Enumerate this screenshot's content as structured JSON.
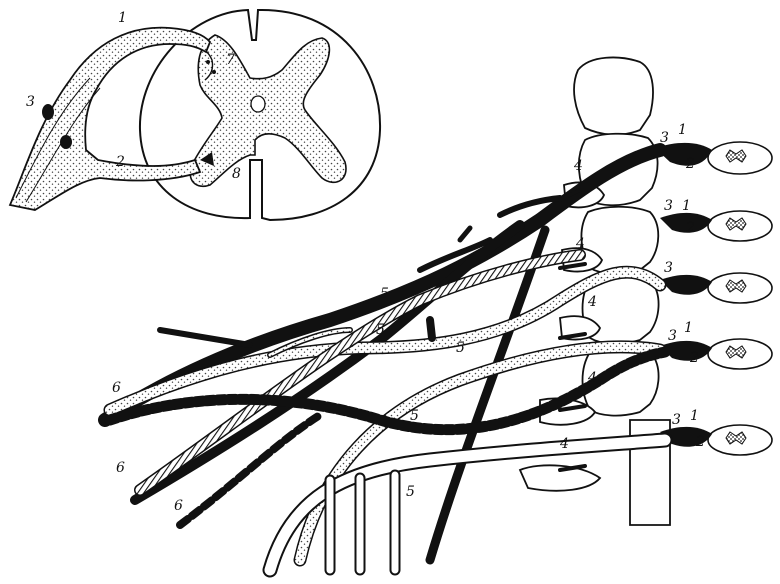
{
  "labels": {
    "l1": "1",
    "l2": "2",
    "l3": "3",
    "l4": "4",
    "l5": "5",
    "l6": "6",
    "l7": "7",
    "l8": "8"
  },
  "colors": {
    "ink": "#111111",
    "paper": "#ffffff",
    "stipple": "#555555"
  }
}
